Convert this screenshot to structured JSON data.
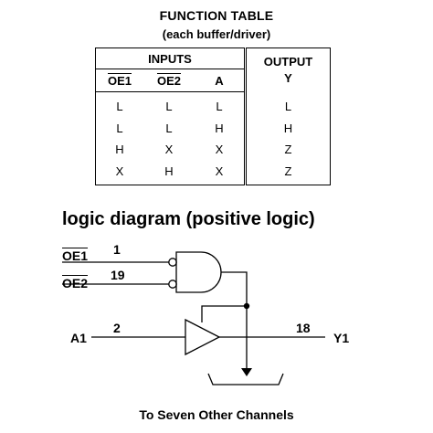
{
  "function_table": {
    "title": "FUNCTION TABLE",
    "subtitle": "(each buffer/driver)",
    "inputs_header": "INPUTS",
    "output_header_line1": "OUTPUT",
    "output_header_line2": "Y",
    "columns": [
      "OE1",
      "OE2",
      "A"
    ],
    "rows": [
      [
        "L",
        "L",
        "L",
        "L"
      ],
      [
        "L",
        "L",
        "H",
        "H"
      ],
      [
        "H",
        "X",
        "X",
        "Z"
      ],
      [
        "X",
        "H",
        "X",
        "Z"
      ]
    ]
  },
  "logic_diagram": {
    "heading": "logic diagram (positive logic)",
    "pins": {
      "oe1_label": "OE1",
      "oe1_pin": "1",
      "oe2_label": "OE2",
      "oe2_pin": "19",
      "a1_label": "A1",
      "a1_pin": "2",
      "y1_label": "Y1",
      "y1_pin": "18"
    },
    "footer": "To Seven Other Channels"
  }
}
